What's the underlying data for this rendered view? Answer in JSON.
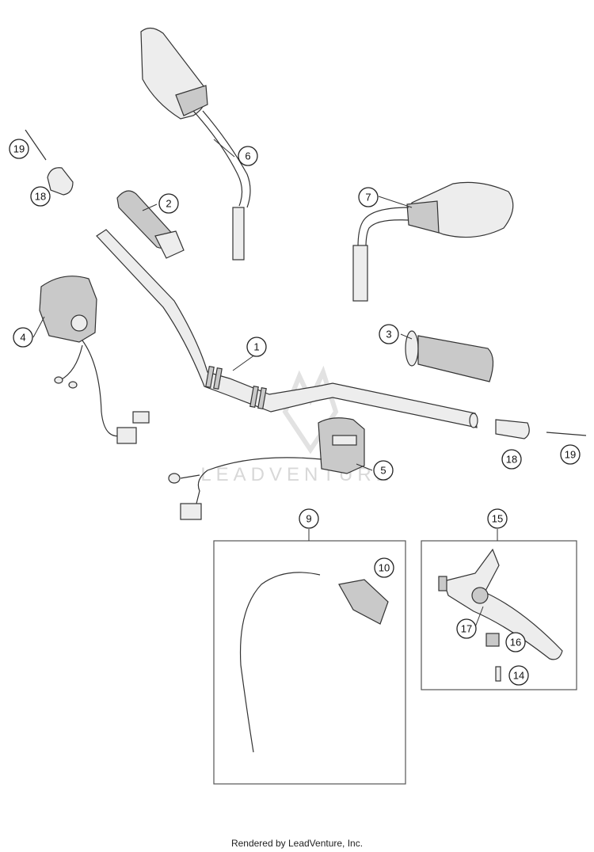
{
  "watermark": "LEADVENTURE",
  "footer": "Rendered by LeadVenture, Inc.",
  "callouts": {
    "c1": "1",
    "c2": "2",
    "c3": "3",
    "c4": "4",
    "c5": "5",
    "c6": "6",
    "c7": "7",
    "c9": "9",
    "c10": "10",
    "c14": "14",
    "c15": "15",
    "c16": "16",
    "c17": "17",
    "c18a": "18",
    "c18b": "18",
    "c19a": "19",
    "c19b": "19"
  }
}
